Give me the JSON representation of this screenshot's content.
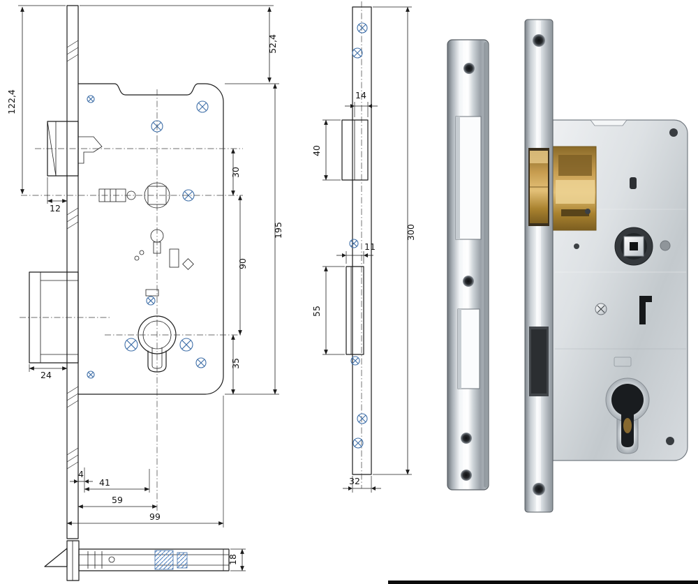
{
  "colors": {
    "line": "#1c1c1c",
    "screw_accent": "#3f6fa8",
    "hatch_accent": "#4d7fc0",
    "brass": "#c79d50",
    "chrome_dark": "#6f767d",
    "background": "#ffffff"
  },
  "lock_front_view": {
    "dims": {
      "plate_top_to_follower": "122,4",
      "plate_top_to_case": "52,4",
      "latch_projection": "12",
      "bolt_projection": "24",
      "latch_to_follower": "30",
      "follower_to_cylinder": "90",
      "case_height": "195",
      "cylinder_to_case_bottom": "35",
      "plate_to_case_gap": "4",
      "inner_width": "41",
      "backset": "59",
      "case_depth": "99"
    }
  },
  "faceplate_view": {
    "dims": {
      "latch_cutout_width": "14",
      "latch_cutout_height": "40",
      "bolt_cutout_width": "11",
      "bolt_cutout_height": "55",
      "plate_length": "300",
      "plate_width": "32"
    }
  },
  "side_view": {
    "dims": {
      "case_thickness": "18"
    }
  }
}
